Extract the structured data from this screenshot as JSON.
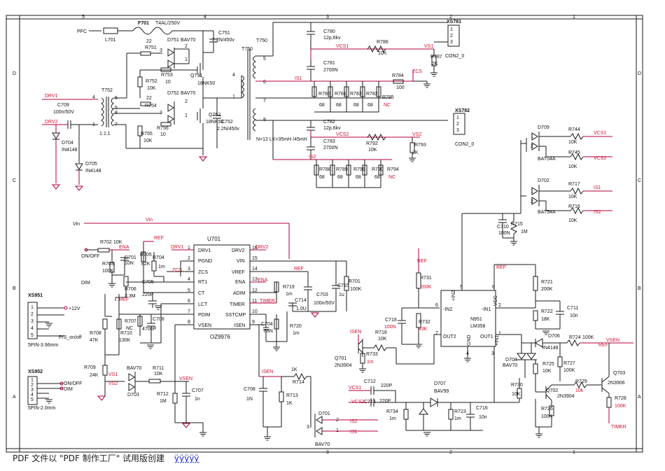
{
  "frame": {
    "col_numbers": [
      "5",
      "4",
      "3",
      "2",
      "1"
    ],
    "row_letters": [
      "D",
      "C",
      "B",
      "A"
    ]
  },
  "primary": {
    "fuse": "F701",
    "fuse_rating": "T4AL/250V",
    "pfc": "PFC",
    "inductor": "L701",
    "drv1": "DRV1",
    "drv2": "DRV2",
    "c709": "C709",
    "c709_val": "100n/50V",
    "t752": "T752",
    "t752_ratio": "1:1:1",
    "d704": "D704",
    "d704_val": "IN4148",
    "d705": "D705",
    "d705_val": "IN4148",
    "r751": "R751",
    "r751_val": "22",
    "d751": "D751",
    "d751_val": "BAV70",
    "r753": "R753",
    "r753_val": "10",
    "r752": "R752",
    "r752_val": "10K",
    "q751": "Q751",
    "q751_val": "18NK50",
    "r754": "R754",
    "r754_val": "22",
    "d752": "D752",
    "d752_val": "BAV70",
    "r756": "R756",
    "r756_val": "10",
    "r755": "R755",
    "r755_val": "10K",
    "q752": "Q752",
    "q752_val": "18NK50",
    "c751": "C751",
    "c751_val": "2.2N/450v",
    "c752": "C752",
    "c752_val": "2.2N/450v",
    "t750": "T750",
    "t750_top": "T750",
    "t750_note": "N=12  LK=35mH /45mH"
  },
  "secondary": {
    "c780": "C780",
    "c780_val": "12p,6kv",
    "c781": "C781",
    "c781_val": "2700N",
    "r786": "R786",
    "r786_val": "10K",
    "r787": "R787",
    "r787_val": "2K",
    "xs781": "XS781",
    "con1": "CON2_0",
    "vcs1": "VCS1",
    "vs1": "VS1",
    "is1": "IS1",
    "zcs": "ZCS",
    "r784": "R784",
    "r784_val": "100",
    "r780": "R780",
    "r781": "R781",
    "r783": "R783",
    "r782": "R782",
    "r785": "R785",
    "v68": "68",
    "nc": "NC",
    "xs782": "XS782",
    "con2": "CON2_0",
    "c782": "C782",
    "c782_val": "12p,6kv",
    "c783": "C783",
    "c783_val": "2700N",
    "vcs2": "VCS2",
    "vs2": "VS2",
    "is2": "IS2",
    "r792": "R792",
    "r792_val": "10K",
    "r793": "R793",
    "r793_val": "2K",
    "r788": "R788",
    "r789": "R789",
    "r791": "R791",
    "r790": "R790",
    "r794": "R794"
  },
  "sense": {
    "d709": "D709",
    "d709_val": "BAT54A",
    "r744": "R744",
    "r744_val": "10K",
    "r745": "R745",
    "r745_val": "10K",
    "vcs1": "VCS1",
    "vcs2": "VCS2",
    "d702": "D702",
    "d702_val": "BAT54A",
    "r717": "R717",
    "r717_val": "10K",
    "r716": "R716",
    "r716_val": "10K",
    "is1": "IS1",
    "is2": "IS2",
    "c710": "C710",
    "c710_val": "100N",
    "r715": "R715",
    "r715_val": "1M"
  },
  "controller": {
    "vin": "Vin",
    "vin2": "Vin",
    "chip": "U701",
    "chip_part": "OZ9976",
    "pins_left": [
      "DRV1",
      "PGND",
      "ZCS",
      "RT1",
      "CT",
      "LCT",
      "PDIM",
      "VSEN"
    ],
    "pins_right": [
      "DRV2",
      "VIN",
      "VREF",
      "ENA",
      "ADIM",
      "TIMER",
      "SSTCMP",
      "ISEN"
    ],
    "nums_left": [
      "1",
      "2",
      "3",
      "4",
      "5",
      "6",
      "7",
      "8"
    ],
    "nums_right": [
      "16",
      "15",
      "14",
      "13",
      "12",
      "11",
      "10",
      "9"
    ],
    "drv1": "DRV1",
    "drv2": "DRV2",
    "zcs": "ZCS",
    "ref1": "REF",
    "ref2": "REF",
    "ref3": "REF",
    "ena": "ENA",
    "ena2": "ENA",
    "timer": "TIMER",
    "isen": "ISEN",
    "onoff": "ON/OFF",
    "dim": "DIM",
    "vs1": "VS1",
    "vs2": "VS2",
    "vsen": "VSEN",
    "r702": "R702",
    "r702_val": "10K",
    "r703": "R703",
    "r703_val": "100K",
    "c701": "C701",
    "c701_val": "10N",
    "r705": "R705",
    "r705_val": "82K",
    "r704": "R704",
    "r704_val": "1m",
    "c705": "C705",
    "c705_val": "220P",
    "r706": "R706",
    "r706_val": "3.3M",
    "r707": "R707",
    "r707_val": "NC",
    "c706": "C706",
    "c706_val": "4700P",
    "r708": "R708",
    "r708_val": "47K",
    "r710": "R710",
    "r710_val": "130K",
    "r709": "R709",
    "r709_val": "24K",
    "d703": "D703",
    "d703_val": "BAV70",
    "r711": "R711",
    "r711_val": "10K",
    "r712": "R712",
    "r712_val": "1M",
    "c707": "C707",
    "c707_val": "1n",
    "r719": "R719",
    "r719_val": "1m",
    "c703": "C703",
    "c703_val": "100n/50V",
    "c715": "C715",
    "c715_val": "1u",
    "r701": "R701",
    "r701_val": "100K",
    "c714": "C714",
    "c714_val": "1.0U",
    "c704": "C704",
    "c704_val": "68N",
    "r720": "R720",
    "r720_val": "1m",
    "c708": "C708",
    "c708_val": "1N",
    "r713": "R713",
    "r713_val": "1K",
    "r714": "R714",
    "r714_val": "1K",
    "d701": "D701",
    "d701_val": "BAV70",
    "is2": "IS2",
    "is1": "IS1"
  },
  "connectors": {
    "xs951": "XS951",
    "xs951_pins": [
      "1",
      "2",
      "3",
      "4",
      "5"
    ],
    "plus12": "+12V",
    "ps": "P/S_on/off",
    "xs951_note": "5PIN-3.96mm",
    "xs952": "XS952",
    "xs952_pins": [
      "1",
      "2",
      "3",
      "4",
      "5"
    ],
    "onoff": "ON/OFF",
    "dim": "DIM",
    "xs952_note": "5PIN-2.0mm"
  },
  "protect": {
    "ref": "REF",
    "r731": "R731",
    "r731_val": "200K",
    "r732": "R732",
    "r732_val": "43K",
    "c718": "C718",
    "c718_val": "100N",
    "r718": "R718",
    "r718_val": "10K",
    "isen": "ISEN",
    "q701": "Q701",
    "q701_val": "2N3904",
    "r733": "R733",
    "r733_val": "1m",
    "vcs1": "VCS1",
    "vcs2": "VCS2",
    "c712": "C712",
    "c712_val": "220P",
    "c713": "C713",
    "c713_val": "220P",
    "r734": "R734",
    "r734_val": "1m",
    "d707": "D707",
    "d707_val": "BAV99",
    "r723": "R723",
    "r723_val": "1m",
    "c716": "C716",
    "c716_val": "10n",
    "n951": "N951",
    "n951_part": "LM358",
    "pin_in2p": "+IN2",
    "pin_vcc": "VCC",
    "pin_in2n": "-IN2",
    "pin_in1n": "-IN1",
    "pin_out2": "OUT2",
    "pin_gnd": "GND",
    "pin_in1p": "+IN1",
    "pin_out1": "OUT1",
    "n5": "5",
    "n8": "8",
    "n6": "6",
    "n2": "2",
    "n7": "7",
    "n4": "4",
    "n3": "3",
    "n1": "1",
    "ref2": "REF",
    "r721": "R721",
    "r721_val": "200K",
    "r722": "R722",
    "r722_val": "18K",
    "c711": "C711",
    "c711_val": "10n",
    "d706": "D706",
    "d706_val": "IN4148",
    "r724": "R724",
    "r724_val": "100K",
    "ref3": "REF",
    "vsen": "VSEN",
    "d708": "D708",
    "d708_val": "BAV70",
    "r725": "R725",
    "r725_val": "10K",
    "r727": "R727",
    "r727_val": "100K",
    "r730": "R730",
    "r730_val": "10K",
    "r729": "R729",
    "r729_val": "10k",
    "q702": "Q702",
    "q702_val": "2N3904",
    "q703": "Q703",
    "q703_val": "2N3906",
    "r726": "R726",
    "r726_val": "100K",
    "r728": "R728",
    "r728_val": "100K",
    "timer": "TIMER"
  },
  "watermark": {
    "text": "PDF 文件以 \"PDF 制作工厂\" 试用版创建",
    "link": "ÿÿÿÿÿ"
  }
}
